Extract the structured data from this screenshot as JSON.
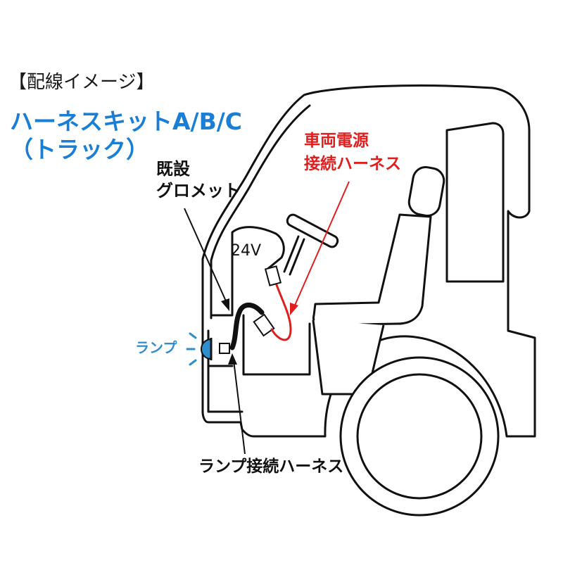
{
  "heading": "【配線イメージ】",
  "kit_title": [
    "ハーネスキットA/B/C",
    "（トラック）"
  ],
  "labels": {
    "existing_grommet": [
      "既設",
      "グロメット"
    ],
    "vehicle_power_harness": [
      "車両電源",
      "接続ハーネス"
    ],
    "voltage": "24V",
    "lamp": "ランプ",
    "lamp_harness": "ランプ接続ハーネス"
  },
  "colors": {
    "title_blue": "#1a7fd4",
    "power_red": "#e01e1e",
    "lamp_blue": "#2f8fce",
    "outline": "#111111"
  }
}
